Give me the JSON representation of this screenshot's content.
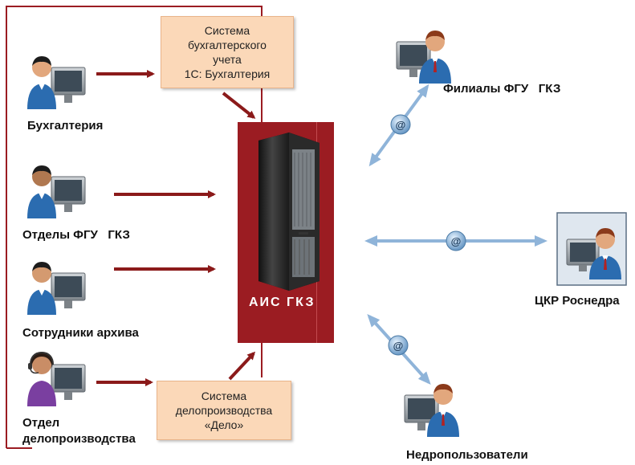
{
  "users": {
    "accounting": "Бухгалтерия",
    "departments": "Отделы ФГУ   ГКЗ",
    "archive_staff": "Сотрудники архива",
    "records_dept_line1": "Отдел",
    "records_dept_line2": "делопроизводства"
  },
  "systems": {
    "accounting_system": [
      "Система",
      "бухгалтерского",
      "учета",
      "1С: Бухгалтерия"
    ],
    "records_system": [
      "Система",
      "делопроизводства",
      "«Дело»"
    ]
  },
  "central": {
    "label": "АИС  ГКЗ"
  },
  "external": {
    "branches": "Филиалы ФГУ   ГКЗ",
    "ckr": "ЦКР Роснедра",
    "subsoil_users": "Недропользователи"
  },
  "email_badge": "@",
  "colors": {
    "dark_red": "#8b1a1a",
    "server_panel": "#9b1c22",
    "light_blue": "#8fb4d9",
    "box_fill": "#fbd8b8"
  }
}
